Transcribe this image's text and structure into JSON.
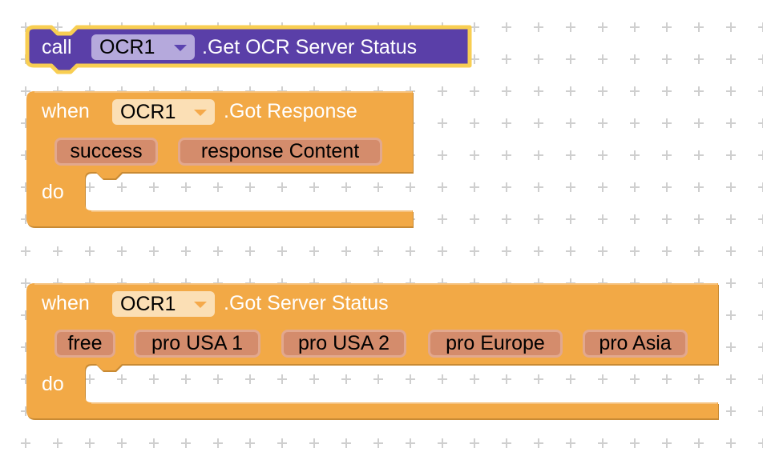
{
  "colors": {
    "call_block": "#5a3fa8",
    "selected_outline": "#f8ce52",
    "event_block": "#f2a946",
    "event_block_shadow": "#c88a34",
    "param_chip": "#d48c6c",
    "grid": "#cfcfcf"
  },
  "blocks": {
    "call_block": {
      "keyword": "call",
      "component": "OCR1",
      "method": ".Get OCR Server Status",
      "selected": true
    },
    "got_response": {
      "keyword": "when",
      "component": "OCR1",
      "event": ".Got Response",
      "params": [
        "success",
        "response Content"
      ],
      "do_label": "do"
    },
    "got_server_status": {
      "keyword": "when",
      "component": "OCR1",
      "event": ".Got Server Status",
      "params": [
        "free",
        "pro USA 1",
        "pro USA 2",
        "pro Europe",
        "pro Asia"
      ],
      "do_label": "do"
    }
  }
}
